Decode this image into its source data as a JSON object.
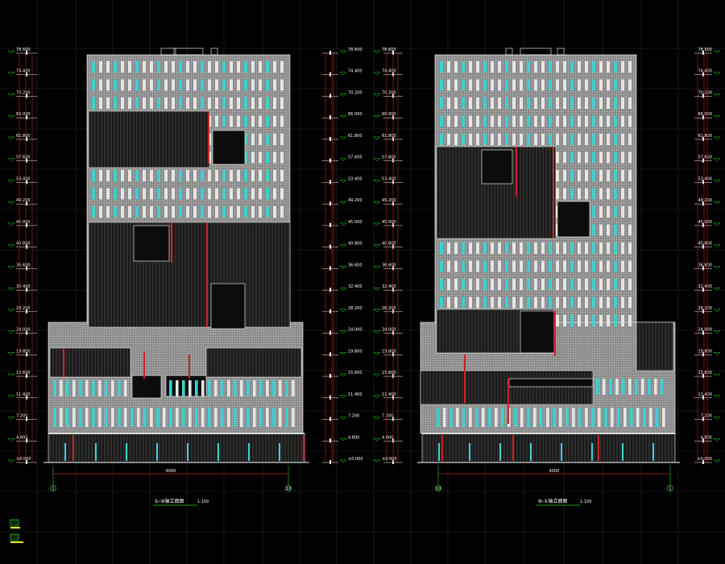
{
  "drawing": {
    "background": "#000000",
    "colors": {
      "grid": "#2b2b2b",
      "facade": "#9a9a9a",
      "facade_dark": "#161616",
      "window": "#e6e6e6",
      "glass": "#3fd0d0",
      "red": "#cc2222",
      "green": "#22cc22",
      "white": "#ffffff",
      "yellow": "#f0e020"
    },
    "elevations": [
      {
        "title": "①-⑩轴立面图",
        "scale": "1:100",
        "dimension_text": "4000",
        "axis_start": "1",
        "axis_end": "10",
        "level_labels": [
          "78.600",
          "74.400",
          "70.200",
          "66.000",
          "61.800",
          "57.600",
          "53.400",
          "49.200",
          "45.000",
          "40.800",
          "36.600",
          "32.400",
          "28.200",
          "24.000",
          "19.800",
          "15.600",
          "11.400",
          "7.200",
          "4.800",
          "±0.000"
        ],
        "side_labels": [
          "78.600",
          "74.400",
          "70.200",
          "66.000",
          "61.800",
          "57.600",
          "53.400",
          "49.200",
          "45.000",
          "40.800",
          "36.600",
          "32.400",
          "28.200",
          "24.000",
          "19.800",
          "15.600",
          "11.400",
          "7.200",
          "4.800",
          "±0.000"
        ]
      },
      {
        "title": "⑩-①轴立面图",
        "scale": "1:100",
        "dimension_text": "4000",
        "axis_start": "10",
        "axis_end": "1",
        "level_labels": [
          "78.600",
          "74.400",
          "70.200",
          "66.000",
          "61.800",
          "57.600",
          "53.400",
          "49.200",
          "45.000",
          "40.800",
          "36.600",
          "32.400",
          "28.200",
          "24.000",
          "19.800",
          "15.600",
          "11.400",
          "7.200",
          "4.800",
          "±0.000"
        ],
        "side_labels": [
          "78.600",
          "74.400",
          "70.200",
          "66.000",
          "61.800",
          "57.600",
          "53.400",
          "49.200",
          "45.000",
          "40.800",
          "36.600",
          "32.400",
          "28.200",
          "24.000",
          "19.800",
          "15.600",
          "11.400",
          "7.200",
          "4.800",
          "±0.000"
        ]
      }
    ],
    "legend": [
      {
        "icon": "hatch-legend-icon"
      },
      {
        "icon": "hatch-legend-icon"
      }
    ]
  }
}
